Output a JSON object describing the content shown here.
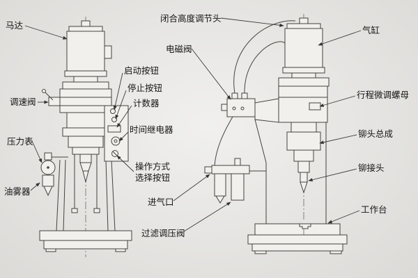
{
  "colors": {
    "background": "#e9e8e5",
    "line": "#45423e",
    "text": "#151515"
  },
  "labels": {
    "motor": "马达",
    "speed_valve": "调速阀",
    "pressure_gauge": "压力表",
    "oil_mist": "油雾器",
    "start_button": "启动按钮",
    "stop_button": "停止按钮",
    "counter": "计数器",
    "time_relay": "时间继电器",
    "operation_mode_line1": "操作方式",
    "operation_mode_line2": "选择按钮",
    "air_inlet": "进气口",
    "filter_regulator": "过滤调压阀",
    "solenoid_valve": "电磁阀",
    "closing_height_adjuster": "闭合高度调节头",
    "air_cylinder": "气缸",
    "stroke_fine_adjust_nut": "行程微调螺母",
    "rivet_head_assembly": "铆头总成",
    "rivet_joint": "铆接头",
    "worktable": "工作台"
  }
}
